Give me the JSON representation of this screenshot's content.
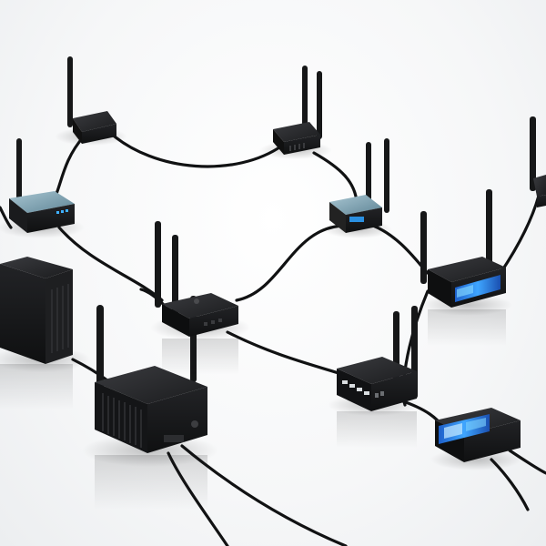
{
  "scene": {
    "description_kind": "photo-render",
    "colors": {
      "background": "#f6f7f8",
      "device_body": "#1c1d1f",
      "device_top": "#2a2b2e",
      "cable": "#111213",
      "screen_blue": "#1e6fd9",
      "screen_glow": "#7fd3ff",
      "teal_device": "#7fa6b6"
    },
    "devices": [
      {
        "id": "router-top-left",
        "icon": "wifi-router-icon"
      },
      {
        "id": "router-top-center",
        "icon": "wifi-router-icon"
      },
      {
        "id": "router-left-blue",
        "icon": "wifi-router-icon"
      },
      {
        "id": "router-center-small",
        "icon": "wifi-router-icon"
      },
      {
        "id": "router-center-main",
        "icon": "wifi-router-icon"
      },
      {
        "id": "router-right-screen",
        "icon": "wifi-router-icon"
      },
      {
        "id": "tower-server-left",
        "icon": "server-tower-icon"
      },
      {
        "id": "mini-pc-front",
        "icon": "mini-pc-icon"
      },
      {
        "id": "switch-center-right",
        "icon": "network-switch-icon"
      },
      {
        "id": "router-bottom-right-screen",
        "icon": "wifi-router-icon"
      },
      {
        "id": "router-edge-right",
        "icon": "wifi-router-icon"
      }
    ]
  }
}
